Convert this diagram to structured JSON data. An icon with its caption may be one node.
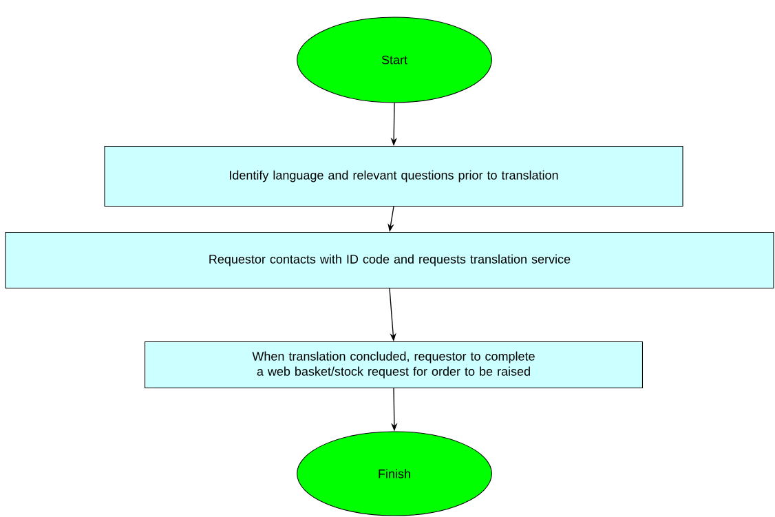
{
  "diagram": {
    "nodes": [
      {
        "text": [
          "Start"
        ]
      },
      {
        "text": [
          "Identify language and relevant questions prior to translation"
        ]
      },
      {
        "text": [
          "Requestor contacts with ID code and requests translation service"
        ]
      },
      {
        "text": [
          "When translation concluded, requestor to complete a web basket/stock request for order to be raised"
        ]
      },
      {
        "text": [
          "Finish"
        ]
      }
    ],
    "edges": [
      {
        "from": 0,
        "to": 1,
        "arrow": "to"
      },
      {
        "from": 1,
        "to": 2,
        "arrow": "to"
      },
      {
        "from": 2,
        "to": 3,
        "arrow": "to"
      },
      {
        "from": 3,
        "to": 4,
        "arrow": "to"
      }
    ]
  }
}
